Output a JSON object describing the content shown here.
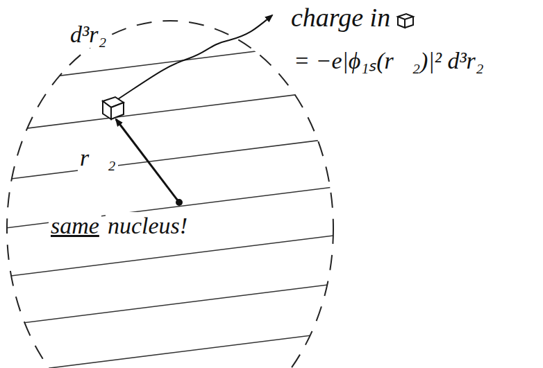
{
  "diagram": {
    "labels": [
      "d³r₂",
      "charge in",
      "= −e|ϕ₁ₛ(r⃗₂)|² d³r₂",
      "r⃗₂",
      "same",
      "nucleus!"
    ]
  }
}
